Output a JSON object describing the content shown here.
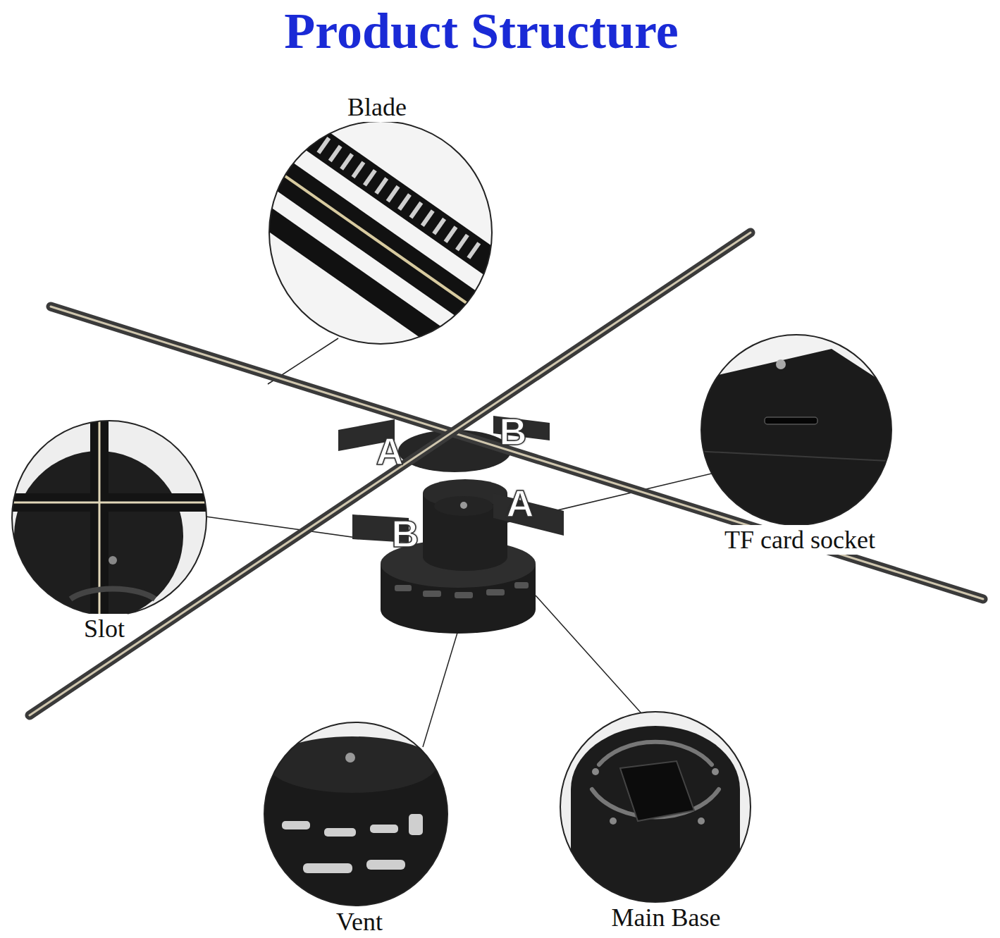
{
  "diagram": {
    "title": "Product Structure",
    "labels": [
      "Blade",
      "TF card socket",
      "Slot",
      "Vent",
      "Main Base",
      "A",
      "B",
      "A",
      "B"
    ]
  }
}
